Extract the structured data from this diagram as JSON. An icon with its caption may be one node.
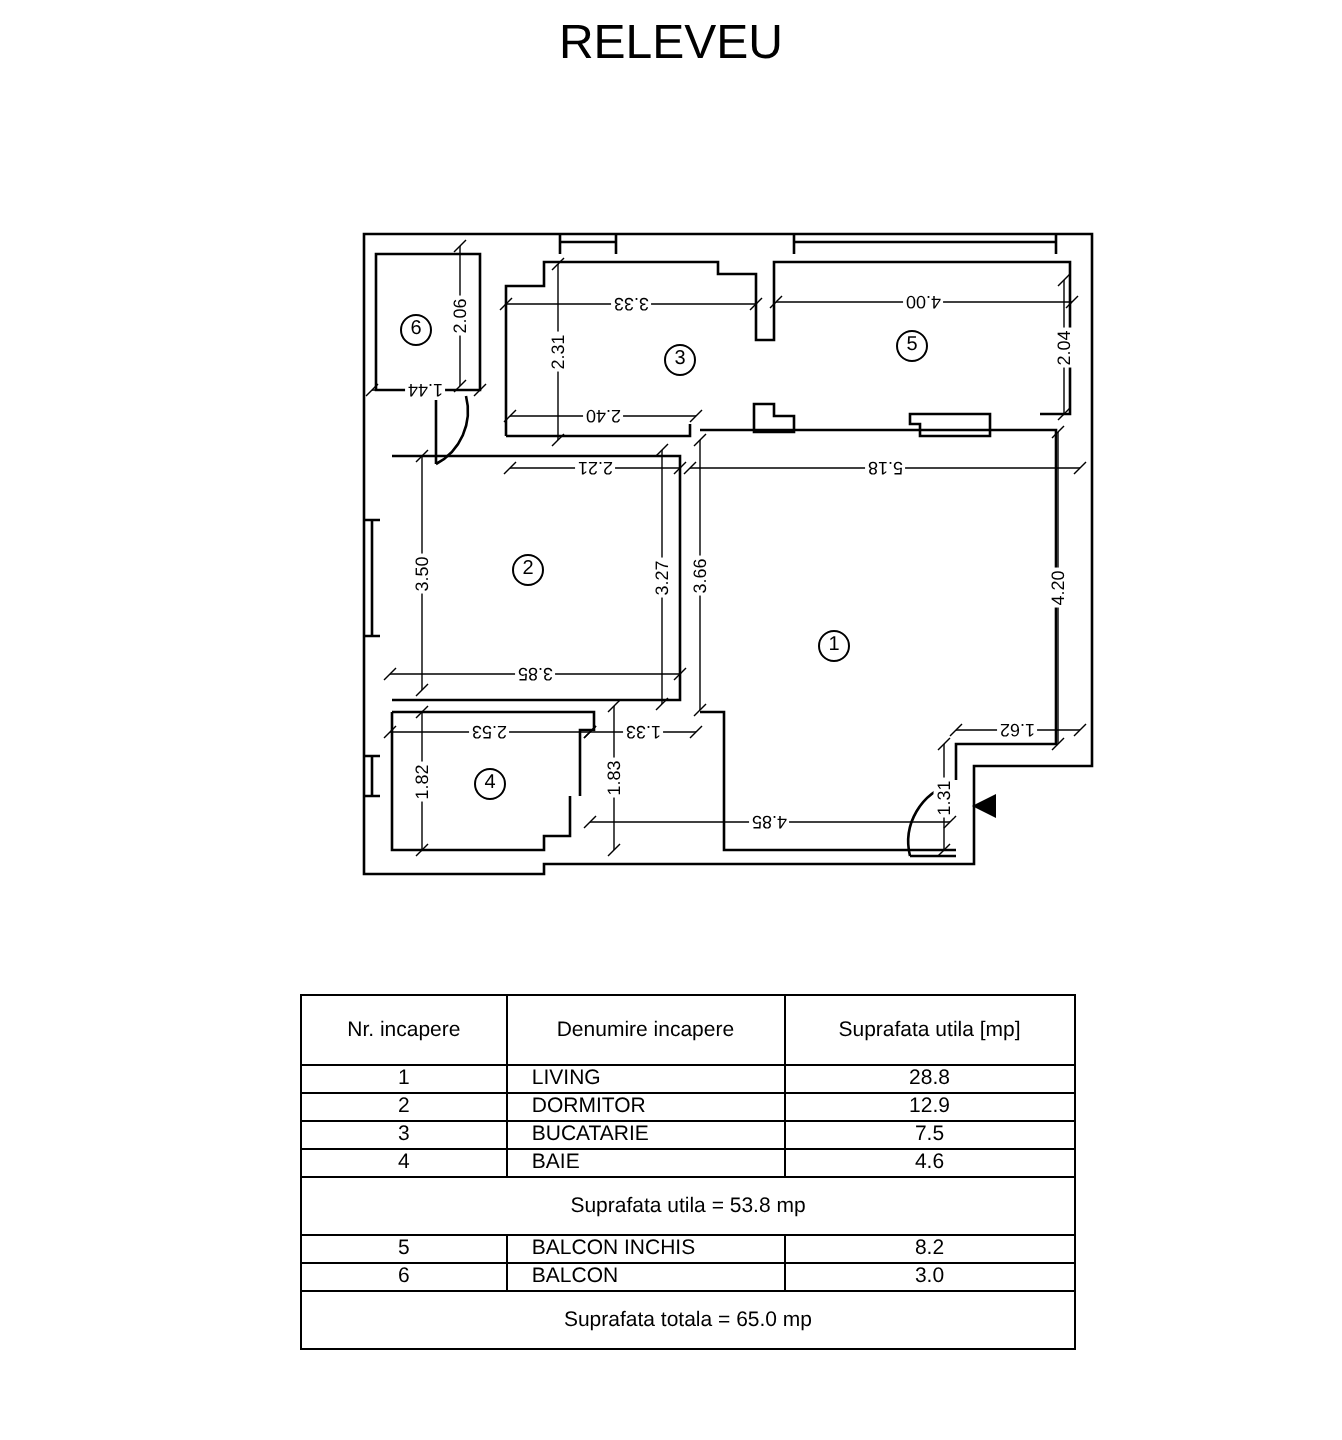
{
  "diagram": {
    "title": "RELEVEU",
    "nodes": [
      {
        "text": [
          "6"
        ]
      },
      {
        "text": [
          "5"
        ]
      },
      {
        "text": [
          "3"
        ]
      },
      {
        "text": [
          "2"
        ]
      },
      {
        "text": [
          "1"
        ]
      },
      {
        "text": [
          "4"
        ]
      }
    ],
    "labels": [
      "3.33",
      "4.00",
      "2.06",
      "2.31",
      "2.04",
      "1.44",
      "2.40",
      "2.21",
      "5.18",
      "3.50",
      "3.27",
      "3.66",
      "4.20",
      "3.85",
      "2.53",
      "1.33",
      "1.62",
      "1.82",
      "1.83",
      "1.31",
      "4.85",
      "Nr. incapere",
      "Denumire incapere",
      "Suprafata utila [mp]",
      "1",
      "LIVING",
      "28.8",
      "2",
      "DORMITOR",
      "12.9",
      "3",
      "BUCATARIE",
      "7.5",
      "4",
      "BAIE",
      "4.6",
      "Suprafata utila = 53.8 mp",
      "5",
      "BALCON INCHIS",
      "8.2",
      "6",
      "BALCON",
      "3.0",
      "Suprafata totala = 65.0 mp"
    ]
  }
}
